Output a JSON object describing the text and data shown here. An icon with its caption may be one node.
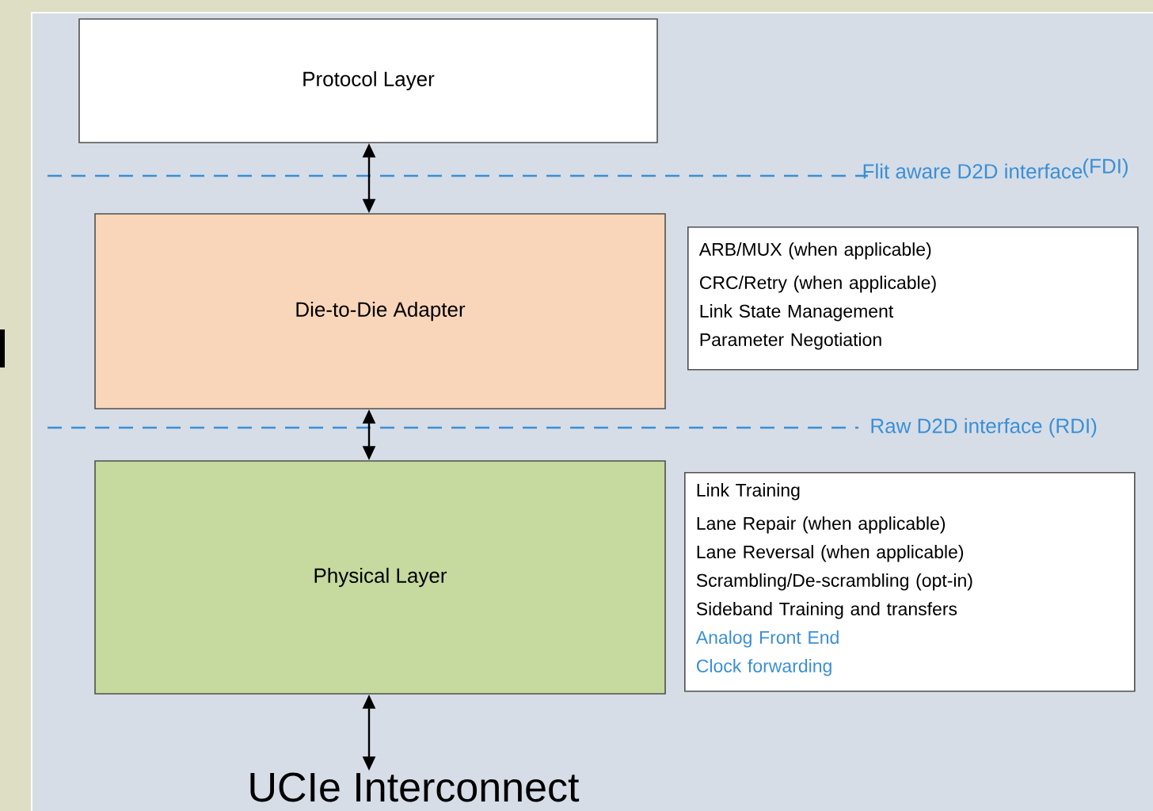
{
  "diagram": {
    "nodes": [
      {
        "text": [
          "Protocol Layer"
        ]
      },
      {
        "text": [
          "Die-to-Die Adapter"
        ]
      },
      {
        "text": [
          "Physical Layer"
        ]
      },
      {
        "text": [
          "UCIe Interconnect"
        ]
      },
      {
        "text": [
          "ARB/MUX (when applicable)",
          "CRC/Retry (when applicable)",
          "Link State Management",
          "Parameter Negotiation"
        ]
      },
      {
        "text": [
          "Link Training",
          "Lane Repair (when applicable)",
          "Lane Reversal (when applicable)",
          "Scrambling/De-scrambling (opt-in)",
          "Sideband Training and transfers",
          "Analog Front End",
          "Clock forwarding"
        ]
      }
    ],
    "edges": [
      {
        "from": 0,
        "to": 1,
        "arrow": "both"
      },
      {
        "from": 1,
        "to": 2,
        "arrow": "both"
      },
      {
        "from": 2,
        "to": 3,
        "arrow": "both"
      }
    ],
    "labels": [
      "Flit aware D2D interface",
      "(FDI)",
      "Raw D2D interface (RDI)"
    ]
  }
}
